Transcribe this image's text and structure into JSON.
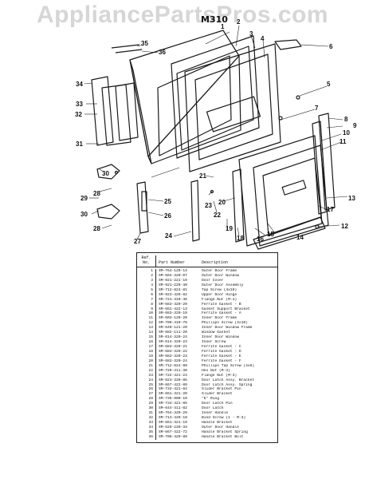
{
  "watermark": "AppliancePartsPros.com",
  "model": "M310",
  "callouts": [
    "1",
    "2",
    "3",
    "4",
    "5",
    "6",
    "7",
    "8",
    "9",
    "10",
    "11",
    "12",
    "13",
    "14",
    "15",
    "16",
    "17",
    "18",
    "19",
    "20",
    "21",
    "22",
    "23",
    "24",
    "25",
    "26",
    "27",
    "28",
    "29",
    "30",
    "31",
    "32",
    "33",
    "34",
    "35",
    "36"
  ],
  "table": {
    "headers": {
      "ref": "Ref. No.",
      "part": "Part Number",
      "desc": "Description"
    },
    "rows": [
      {
        "ref": "1",
        "part": "SM-764-120-13",
        "desc": "Outer Door Frame"
      },
      {
        "ref": "2",
        "part": "SM-604-320-07",
        "desc": "Outer Door Window"
      },
      {
        "ref": "3",
        "part": "SM-921-221-19",
        "desc": "Door Cover"
      },
      {
        "ref": "4",
        "part": "SM-921-220-30",
        "desc": "Outer Door Assembly"
      },
      {
        "ref": "5",
        "part": "SM-712-824-81",
        "desc": "Tap Screw (4x10)"
      },
      {
        "ref": "6",
        "part": "SM-923-420-82",
        "desc": "Upper Door Hinge"
      },
      {
        "ref": "7",
        "part": "SM-721-410-46",
        "desc": "Flange Nut (M-4)"
      },
      {
        "ref": "8",
        "part": "SM-683-320-20",
        "desc": "Ferrite Gasket - B"
      },
      {
        "ref": "9",
        "part": "SM-661-422-13",
        "desc": "Gasket Support Bracket"
      },
      {
        "ref": "10",
        "part": "SM-683-320-19",
        "desc": "Ferrite Gasket - A"
      },
      {
        "ref": "11",
        "part": "SM-603-120-20",
        "desc": "Inner Door Frame"
      },
      {
        "ref": "12",
        "part": "SM-709-410-78",
        "desc": "Phillips Screw (4x10)"
      },
      {
        "ref": "13",
        "part": "SM-640-121-20",
        "desc": "Inner Door Window Frame"
      },
      {
        "ref": "14",
        "part": "SM-682-111-20",
        "desc": "Window Gasket"
      },
      {
        "ref": "15",
        "part": "SM-614-320-24",
        "desc": "Inner Door Window"
      },
      {
        "ref": "16",
        "part": "SM-614-320-23",
        "desc": "Inner Screw"
      },
      {
        "ref": "17",
        "part": "SM-683-320-21",
        "desc": "Ferrite Gasket - C"
      },
      {
        "ref": "18",
        "part": "SM-683-320-22",
        "desc": "Ferrite Gasket - D"
      },
      {
        "ref": "19",
        "part": "SM-683-320-23",
        "desc": "Ferrite Gasket - E"
      },
      {
        "ref": "20",
        "part": "SM-683-320-24",
        "desc": "Ferrite Gasket - F"
      },
      {
        "ref": "21",
        "part": "SM-712-824-80",
        "desc": "Phillips Tap Screw (4x8)"
      },
      {
        "ref": "22",
        "part": "SM-720-411-30",
        "desc": "Hex Nut (M-3)"
      },
      {
        "ref": "23",
        "part": "SM-722-421-24",
        "desc": "Flange Nut (M-3)"
      },
      {
        "ref": "24",
        "part": "SM-923-320-85",
        "desc": "Door Latch Assy. Bracket"
      },
      {
        "ref": "25",
        "part": "SM-667-422-89",
        "desc": "Door Latch Assy. Spring"
      },
      {
        "ref": "26",
        "part": "SM-734-421-84",
        "desc": "Slider Bracket Pin"
      },
      {
        "ref": "27",
        "part": "SM-661-321-20",
        "desc": "Slider Bracket"
      },
      {
        "ref": "28",
        "part": "SM-735-900-10",
        "desc": "\"E\" Ring"
      },
      {
        "ref": "29",
        "part": "SM-734-421-85",
        "desc": "Door Latch Pin"
      },
      {
        "ref": "30",
        "part": "SM-644-411-82",
        "desc": "Door Latch"
      },
      {
        "ref": "31",
        "part": "SM-764-320-29",
        "desc": "Inner Handle"
      },
      {
        "ref": "32",
        "part": "SM-713-420-10",
        "desc": "Bind Screw (1 - M-3)"
      },
      {
        "ref": "33",
        "part": "SM-661-321-19",
        "desc": "Handle Bracket"
      },
      {
        "ref": "34",
        "part": "SM-529-220-33",
        "desc": "Outer Door Handle"
      },
      {
        "ref": "35",
        "part": "SM-667-422-72",
        "desc": "Handle Bracket Spring"
      },
      {
        "ref": "36",
        "part": "SM-708-420-80",
        "desc": "Handle Bracket Bolt"
      }
    ]
  }
}
